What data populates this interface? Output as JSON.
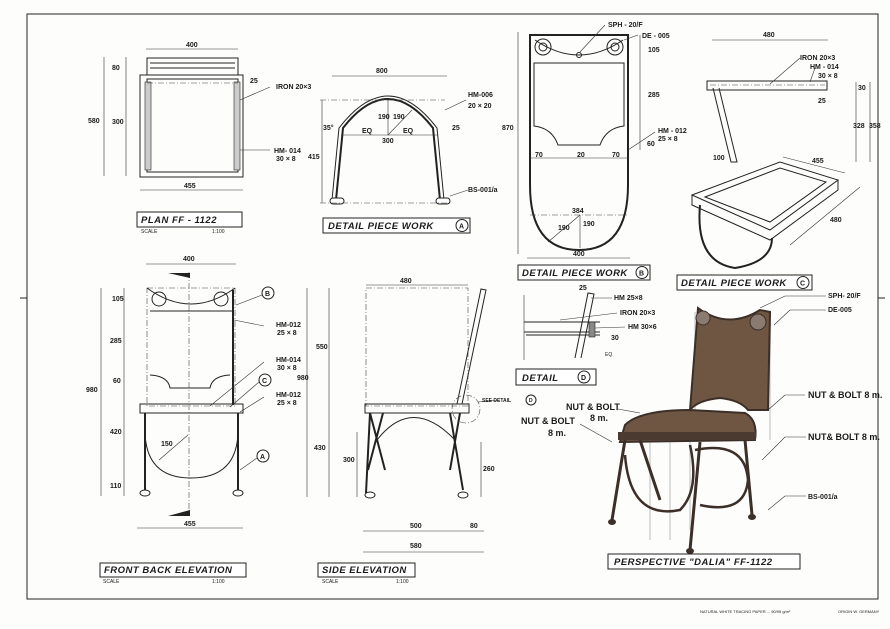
{
  "plan": {
    "title": "PLAN    FF - 1122",
    "scale_label": "SCALE",
    "scale": "1:100",
    "dims": [
      "400",
      "80",
      "300",
      "580",
      "455",
      "25"
    ],
    "labels": [
      "IRON  20×3",
      "HM- 014",
      "30 × 8"
    ]
  },
  "detail_a": {
    "title": "DETAIL    PIECE  WORK",
    "marker": "A",
    "dims": [
      "800",
      "415",
      "190",
      "190",
      "EQ",
      "EQ",
      "300",
      "35°",
      "25"
    ],
    "labels": [
      "HM-006",
      "20 × 20",
      "BS-001/a"
    ]
  },
  "detail_b": {
    "title": "DETAIL  PIECE  WORK",
    "marker": "B",
    "dims": [
      "870",
      "105",
      "285",
      "60",
      "70",
      "20",
      "70",
      "384",
      "190",
      "190",
      "400"
    ],
    "labels": [
      "SPH - 20/F",
      "DE - 005",
      "HM - 012",
      "25 × 8"
    ]
  },
  "detail_c": {
    "title": "DETAIL  PIECE   WORK",
    "marker": "C",
    "dims": [
      "480",
      "30",
      "25",
      "328",
      "358",
      "100",
      "455",
      "480"
    ],
    "labels": [
      "IRON  20×3",
      "HM - 014",
      "30 × 8"
    ]
  },
  "front_elevation": {
    "title": "FRONT  BACK  ELEVATION",
    "scale_label": "SCALE",
    "scale": "1:100",
    "dims": [
      "400",
      "105",
      "285",
      "60",
      "420",
      "110",
      "980",
      "150",
      "455"
    ],
    "markers": [
      "B",
      "C",
      "A"
    ],
    "labels": [
      "HM-012",
      "25 × 8",
      "HM-014",
      "30 × 8",
      "HM-012",
      "25 × 8"
    ]
  },
  "side_elevation": {
    "title": "SIDE  ELEVATION",
    "scale_label": "SCALE",
    "scale": "1:100",
    "dims": [
      "480",
      "550",
      "980",
      "430",
      "300",
      "260",
      "500",
      "80",
      "580"
    ],
    "see_detail": "SEE DETAIL",
    "marker": "D"
  },
  "detail_d": {
    "title": "DETAIL",
    "marker": "D",
    "dims": [
      "25",
      "30",
      "EQ"
    ],
    "labels": [
      "HM  25×8",
      "IRON  20×3",
      "HM  30×6"
    ]
  },
  "perspective": {
    "title": "PERSPECTIVE      \"DALIA\"  FF-1122",
    "labels": [
      "SPH- 20/F",
      "DE-005",
      "NUT & BOLT 8 m.",
      "NUT& BOLT 8 m.",
      "BS-001/a",
      "NUT & BOLT",
      "8 m.",
      "NUT & BOLT",
      "8 m."
    ],
    "colors": {
      "leather": "#6e5643",
      "iron": "#3b2f28"
    }
  },
  "footer": {
    "paper_note": "NATURAL WHITE TRACING PAPER  ...  90/95 g/m²",
    "origin": "ORIGIN W. GERMANY"
  }
}
